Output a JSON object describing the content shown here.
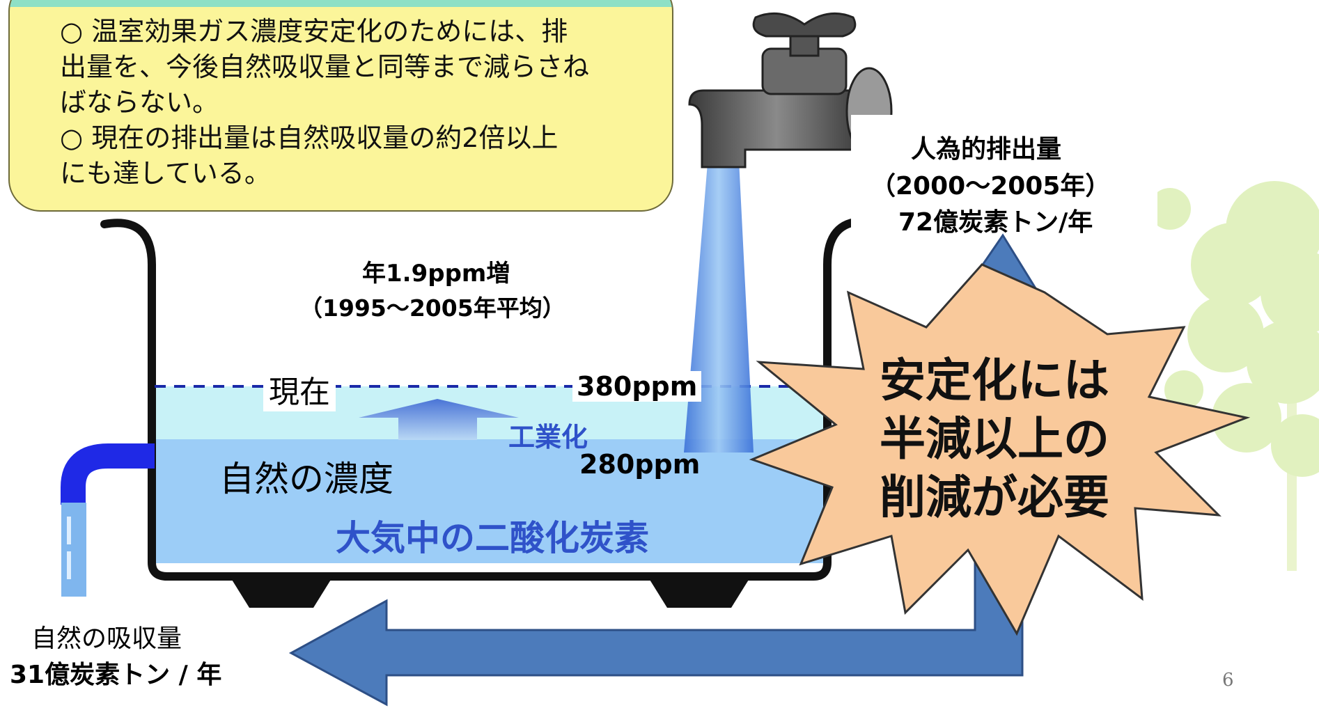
{
  "callout": {
    "line1": "○ 温室効果ガス濃度安定化のためには、排",
    "line2": "出量を、今後自然吸収量と同等まで減らさね",
    "line3": "ばならない。",
    "line4": "○ 現在の排出量は自然吸収量の約2倍以上",
    "line5": "にも達している。"
  },
  "tank": {
    "increase_line1": "年1.9ppm増",
    "increase_line2": "（1995～2005年平均）",
    "current_label": "現在",
    "current_ppm": "380ppm",
    "industrialization_label": "工業化",
    "natural_label": "自然の濃度",
    "natural_ppm": "280ppm",
    "co2_label": "大気中の二酸化炭素"
  },
  "emission": {
    "line1": "人為的排出量",
    "line2": "（2000～2005年）",
    "line3": "72億炭素トン/年"
  },
  "absorption": {
    "line1": "自然の吸収量",
    "line2": "31億炭素トン / 年"
  },
  "burst": {
    "line1": "安定化には",
    "line2": "半減以上の",
    "line3": "削減が必要"
  },
  "page_number": "6",
  "colors": {
    "callout_fill": "#fbf59a",
    "callout_strip": "#8ee0c6",
    "water_natural": "#9ccdf7",
    "water_increase": "#c8f2f7",
    "co2_label_color": "#2f52c9",
    "faucet_stream": "#7fb6ee",
    "arrow_fill": "#4c7bbb",
    "burst_fill": "#f9c99b",
    "pipe_blue": "#1f29e6",
    "tree_green": "#dcefb4"
  }
}
